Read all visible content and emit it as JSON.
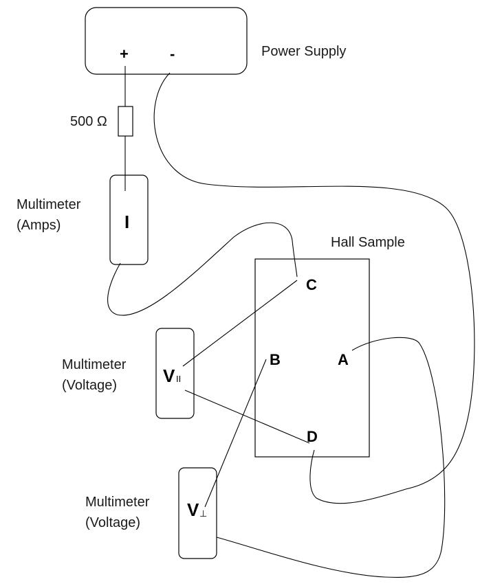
{
  "power_supply": {
    "label": "Power Supply",
    "plus": "+",
    "minus": "-"
  },
  "resistor": {
    "label": "500 Ω"
  },
  "ammeter": {
    "label_line1": "Multimeter",
    "label_line2": "(Amps)",
    "symbol": "I"
  },
  "hall_sample": {
    "label": "Hall Sample",
    "contacts": [
      "C",
      "B",
      "A",
      "D"
    ]
  },
  "voltmeter_parallel": {
    "label_line1": "Multimeter",
    "label_line2": "(Voltage)",
    "symbol": "V",
    "subscript": "II"
  },
  "voltmeter_perp": {
    "label_line1": "Multimeter",
    "label_line2": "(Voltage)",
    "symbol": "V",
    "subscript": "⊥"
  }
}
